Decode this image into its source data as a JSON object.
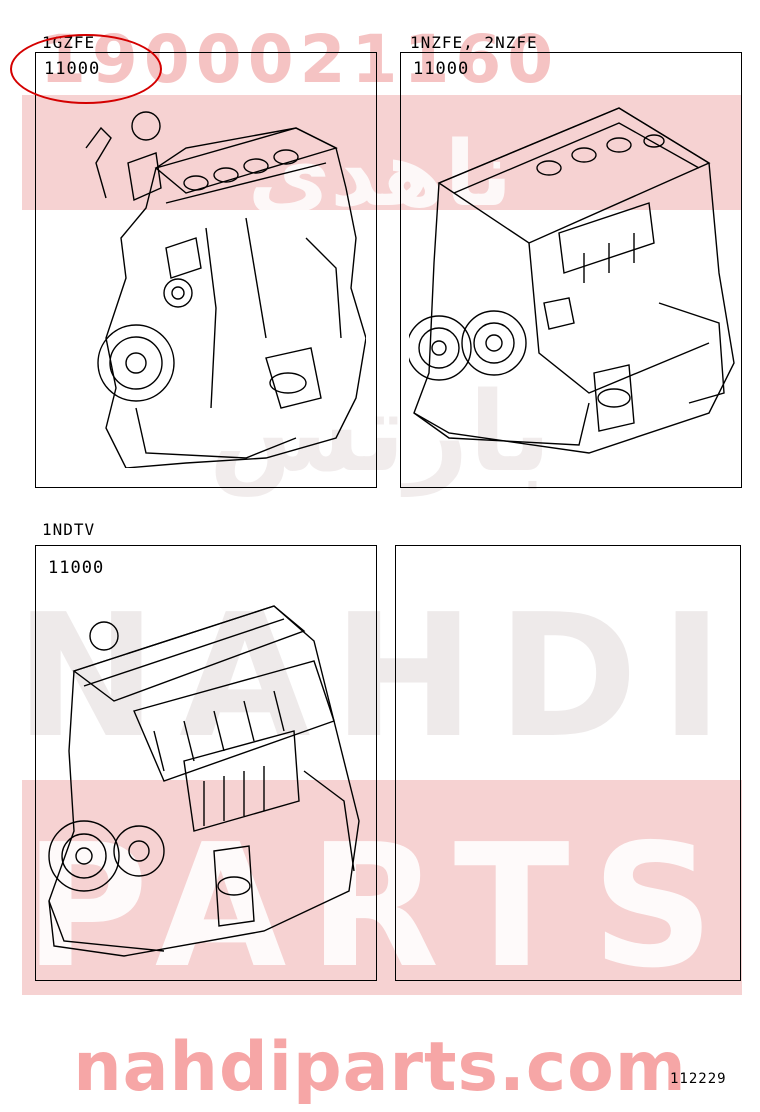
{
  "watermark": {
    "top_code": "1900021160",
    "arabic": "ناهدي",
    "arabic2": "بارتس",
    "brand_word1": "NAHDI",
    "brand_word2": "PARTS",
    "site": "nahdiparts.com",
    "color": "#e03c3c"
  },
  "panels": [
    {
      "engine_label": "1GZFE",
      "part_code": "11000"
    },
    {
      "engine_label": "1NZFE, 2NZFE",
      "part_code": "11000"
    },
    {
      "engine_label": "1NDTV",
      "part_code": "11000"
    },
    {
      "engine_label": "",
      "part_code": ""
    }
  ],
  "figure_number": "112229",
  "highlight_color": "#d40000"
}
